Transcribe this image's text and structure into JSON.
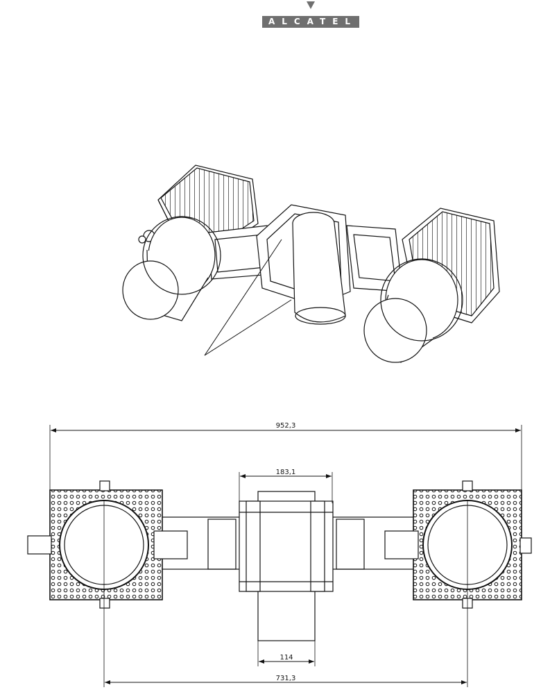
{
  "logo": {
    "text": "ALCATEL",
    "color": "#6f6f6f"
  },
  "dimensions": {
    "overall_width": "952,3",
    "clamp_width": "183,1",
    "pole_diameter": "114",
    "antenna_spacing": "731,3"
  }
}
